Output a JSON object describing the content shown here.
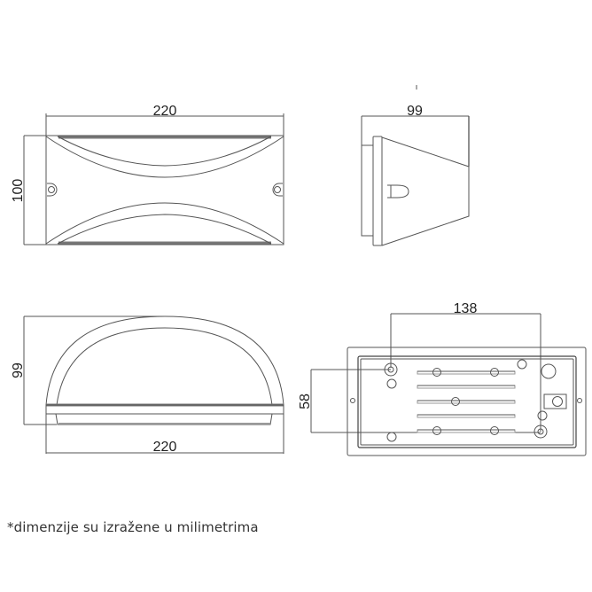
{
  "drawing": {
    "front_view": {
      "width_label": "220",
      "height_label": "100"
    },
    "side_view": {
      "depth_label": "99"
    },
    "top_view": {
      "height_label": "99",
      "width_label": "220"
    },
    "back_view": {
      "hole_spacing_horizontal_label": "138",
      "hole_spacing_vertical_label": "58"
    },
    "colors": {
      "line": "#555555",
      "background": "#ffffff"
    }
  },
  "footnote": "*dimenzije su izražene u milimetrima"
}
